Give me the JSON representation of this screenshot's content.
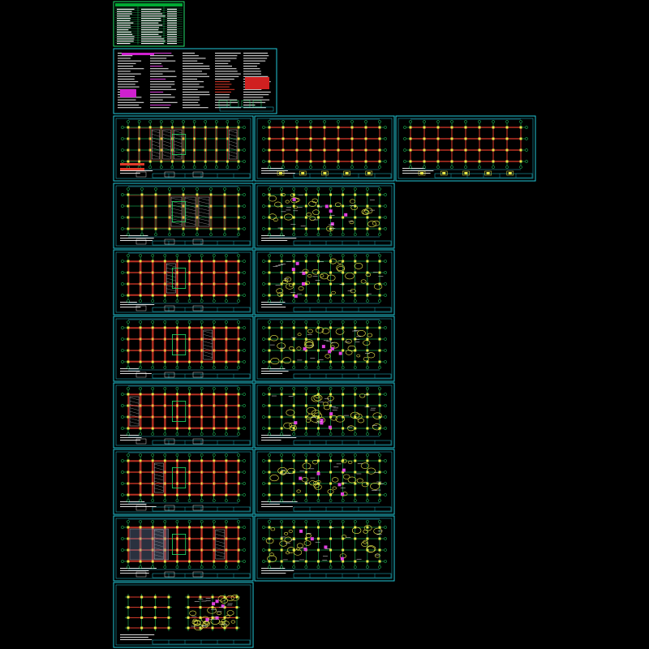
{
  "sheet_set": {
    "background_color": "#000000",
    "frame_color": "#22C8D8",
    "grid_color": "#22E06A",
    "beam_color": "#E03A2A",
    "column_color": "#E8E848",
    "slab_tag_color": "#E040E0",
    "dim_color": "#40E0FF"
  },
  "sheets": [
    {
      "kind": "index-table"
    },
    {
      "kind": "general-notes"
    },
    {
      "kind": "foundation-plan"
    },
    {
      "kind": "column-grid"
    },
    {
      "kind": "column-grid"
    },
    {
      "kind": "floor-plan-hatch"
    },
    {
      "kind": "reinforcement-plan"
    },
    {
      "kind": "floor-plan"
    },
    {
      "kind": "reinforcement-plan"
    },
    {
      "kind": "floor-plan"
    },
    {
      "kind": "reinforcement-plan"
    },
    {
      "kind": "floor-plan"
    },
    {
      "kind": "reinforcement-plan"
    },
    {
      "kind": "floor-plan"
    },
    {
      "kind": "reinforcement-plan"
    },
    {
      "kind": "roof-plan"
    },
    {
      "kind": "reinforcement-plan"
    },
    {
      "kind": "stair-details"
    }
  ]
}
